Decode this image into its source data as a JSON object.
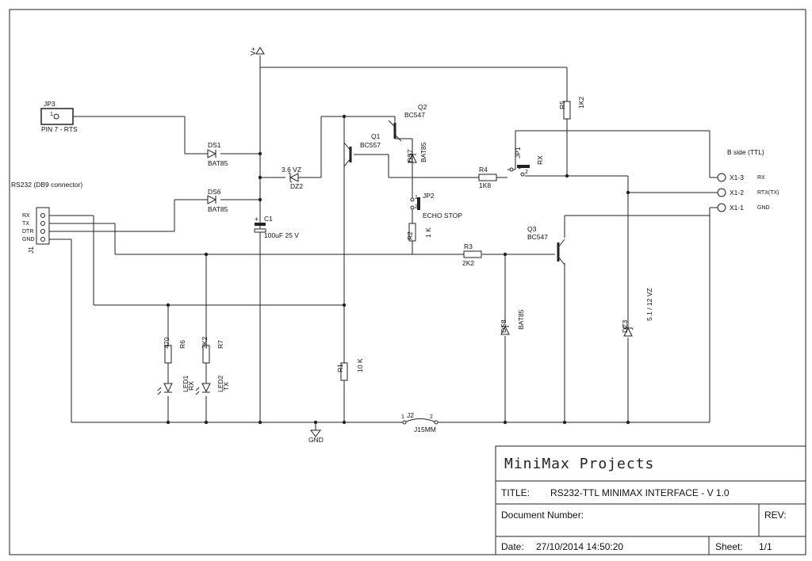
{
  "supply": {
    "vplus": "V+",
    "gnd": "GND"
  },
  "jp3": {
    "ref": "JP3",
    "pin": "1",
    "label": "PIN 7 - RTS"
  },
  "j1": {
    "ref": "J1",
    "title": "RS232 (DB9 connector)",
    "pins": [
      "RX",
      "TX",
      "DTR",
      "GND"
    ]
  },
  "diodes": {
    "ds1": {
      "ref": "DS1",
      "value": "BAT85"
    },
    "ds6": {
      "ref": "DS6",
      "value": "BAT85"
    },
    "ds7": {
      "ref": "DS7",
      "value": "BAT85"
    },
    "ds8": {
      "ref": "DS8",
      "value": "BAT85"
    },
    "dz2": {
      "ref": "DZ2",
      "value": "3.6 VZ"
    },
    "dz3": {
      "ref": "DZ3",
      "value": "5.1 / 12 VZ"
    }
  },
  "capacitor": {
    "ref": "C1",
    "value": "100uF 25 V",
    "plus": "+"
  },
  "transistors": {
    "q1": {
      "ref": "Q1",
      "value": "BC557"
    },
    "q2": {
      "ref": "Q2",
      "value": "BC547"
    },
    "q3": {
      "ref": "Q3",
      "value": "BC547"
    }
  },
  "resistors": {
    "r1": {
      "ref": "R1",
      "value": "10 K"
    },
    "r2": {
      "ref": "R2",
      "value": "1 K"
    },
    "r3": {
      "ref": "R3",
      "value": "2K2"
    },
    "r4": {
      "ref": "R4",
      "value": "1K8"
    },
    "r5": {
      "ref": "R5",
      "value": "1K2"
    },
    "r6": {
      "ref": "R6",
      "value": "470"
    },
    "r7": {
      "ref": "R7",
      "value": "2K2"
    }
  },
  "leds": {
    "led1": {
      "ref": "LED1",
      "label": "RX"
    },
    "led2": {
      "ref": "LED2",
      "label": "TX"
    }
  },
  "jumpers": {
    "jp1": {
      "ref": "JP1",
      "label": "RX",
      "pin1": "1",
      "pin2": "2"
    },
    "jp2": {
      "ref": "JP2",
      "label": "ECHO STOP",
      "pin1": "1",
      "pin2": "2"
    },
    "j2": {
      "ref": "J2",
      "label": "J15MM",
      "pin1": "1",
      "pin2": "2"
    }
  },
  "bside": {
    "title": "B side (TTL)",
    "terminals": [
      {
        "ref": "X1-3",
        "signal": "RX"
      },
      {
        "ref": "X1-2",
        "signal": "RTX(TX)"
      },
      {
        "ref": "X1-1",
        "signal": "GND"
      }
    ]
  },
  "title_block": {
    "company": "MiniMax Projects",
    "title_label": "TITLE:",
    "title_value": "RS232-TTL MINIMAX INTERFACE - V 1.0",
    "doc_label": "Document Number:",
    "rev_label": "REV:",
    "date_label": "Date:",
    "date_value": "27/10/2014 14:50:20",
    "sheet_label": "Sheet:",
    "sheet_value": "1/1"
  }
}
